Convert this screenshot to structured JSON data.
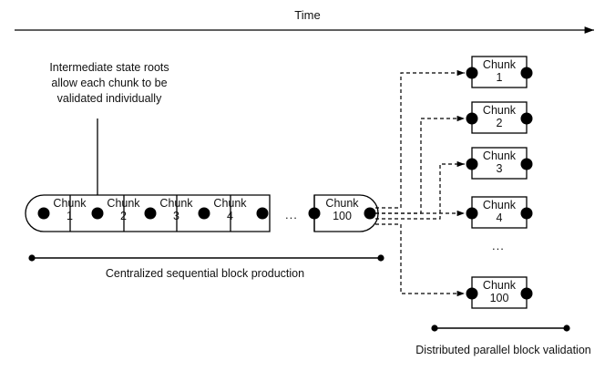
{
  "diagram": {
    "title_axis": {
      "label": "Time"
    },
    "annotation": {
      "text": "Intermediate state roots\nallow each chunk to be\nvalidated individually"
    },
    "sequential_chain": {
      "caption": "Centralized sequential block production",
      "ellipsis": "...",
      "cells": [
        {
          "name": "Chunk",
          "number": "1"
        },
        {
          "name": "Chunk",
          "number": "2"
        },
        {
          "name": "Chunk",
          "number": "3"
        },
        {
          "name": "Chunk",
          "number": "4"
        }
      ],
      "tail_cell": {
        "name": "Chunk",
        "number": "100"
      }
    },
    "parallel_validation": {
      "caption": "Distributed parallel block validation",
      "ellipsis": "...",
      "boxes": [
        {
          "name": "Chunk",
          "number": "1"
        },
        {
          "name": "Chunk",
          "number": "2"
        },
        {
          "name": "Chunk",
          "number": "3"
        },
        {
          "name": "Chunk",
          "number": "4"
        },
        {
          "name": "Chunk",
          "number": "100"
        }
      ]
    },
    "colors": {
      "stroke": "#000000",
      "text": "#111111",
      "background": "#ffffff",
      "node_fill": "#000000"
    }
  }
}
